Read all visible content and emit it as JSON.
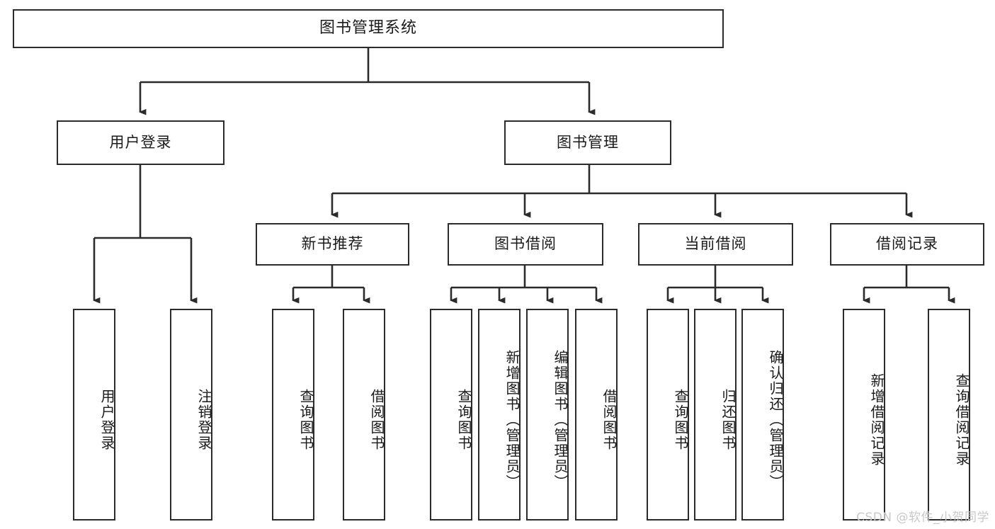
{
  "diagram": {
    "title_text": "图书管理系统",
    "type": "hierarchy-tree",
    "stroke_color": "#2b2b2b",
    "background_color": "#ffffff",
    "text_color": "#1a1a1a",
    "levels": {
      "root": {
        "label": "图书管理系统"
      },
      "level2": [
        {
          "label": "用户登录"
        },
        {
          "label": "图书管理"
        }
      ],
      "level3": [
        {
          "label": "新书推荐"
        },
        {
          "label": "图书借阅"
        },
        {
          "label": "当前借阅"
        },
        {
          "label": "借阅记录"
        }
      ],
      "level4": [
        {
          "label": "用户登录",
          "parent": "用户登录"
        },
        {
          "label": "注销登录",
          "parent": "用户登录"
        },
        {
          "label": "查询图书",
          "parent": "新书推荐"
        },
        {
          "label": "借阅图书",
          "parent": "新书推荐"
        },
        {
          "label": "查询图书",
          "parent": "图书借阅"
        },
        {
          "label": "新增图书（管理员）",
          "parent": "图书借阅"
        },
        {
          "label": "编辑图书（管理员）",
          "parent": "图书借阅"
        },
        {
          "label": "借阅图书",
          "parent": "图书借阅"
        },
        {
          "label": "查询图书",
          "parent": "当前借阅"
        },
        {
          "label": "归还图书",
          "parent": "当前借阅"
        },
        {
          "label": "确认归还（管理员）",
          "parent": "当前借阅"
        },
        {
          "label": "新增借阅记录",
          "parent": "借阅记录"
        },
        {
          "label": "查询借阅记录",
          "parent": "借阅记录"
        }
      ]
    }
  },
  "watermark": {
    "text": "CSDN @软件_小贺同学",
    "color": "#c8c8c8"
  }
}
